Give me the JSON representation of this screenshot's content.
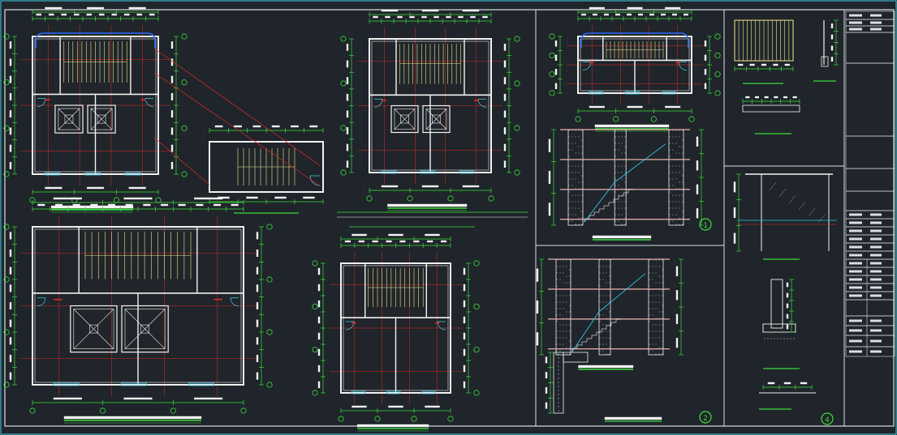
{
  "sheet": {
    "background": "#1f252a",
    "border_color": "#d9e0e4",
    "frame_color": "#3fd0e6"
  },
  "colors": {
    "wall": "#f2f2f2",
    "dimension": "#3ddc3d",
    "grid_axis": "#e02828",
    "stair": "#f0e68c",
    "window": "#34c8e8",
    "door": "#3fd0e6",
    "railing": "#2f6cff",
    "hatch": "#8f9aa0"
  },
  "detail_markers": [
    {
      "id": "marker-1",
      "label": "1"
    },
    {
      "id": "marker-2",
      "label": "2"
    },
    {
      "id": "marker-4",
      "label": "4"
    }
  ],
  "title_block": {
    "rows": 18
  }
}
